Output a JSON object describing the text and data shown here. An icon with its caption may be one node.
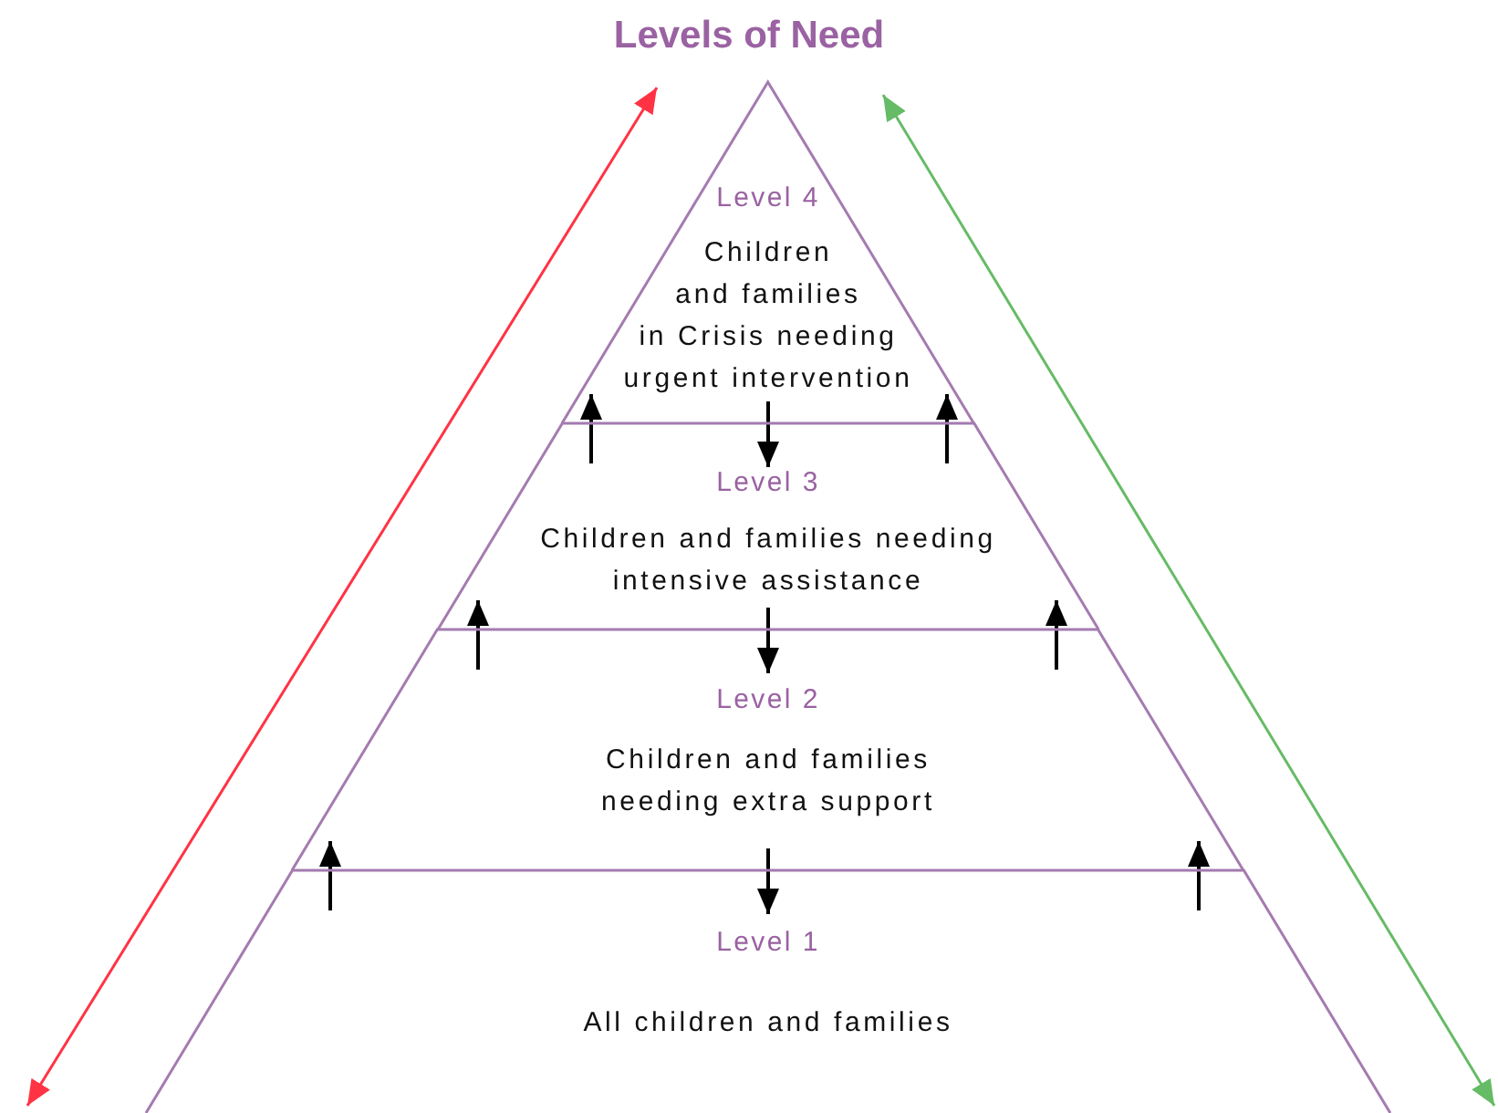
{
  "diagram": {
    "title": "Levels of Need",
    "nodes": [
      {
        "text": [
          "Level 4",
          "Children and families in Crisis needing urgent intervention"
        ]
      },
      {
        "text": [
          "Level 3",
          "Children and families needing intensive assistance"
        ]
      },
      {
        "text": [
          "Level 2",
          "Children and families needing extra support"
        ]
      },
      {
        "text": [
          "Level 1",
          "All children and families"
        ]
      }
    ],
    "edges": [
      {
        "from": 1,
        "to": 0,
        "arrow": "to"
      },
      {
        "from": 0,
        "to": 1,
        "arrow": "to"
      },
      {
        "from": 1,
        "to": 0,
        "arrow": "to"
      },
      {
        "from": 2,
        "to": 1,
        "arrow": "to"
      },
      {
        "from": 1,
        "to": 2,
        "arrow": "to"
      },
      {
        "from": 2,
        "to": 1,
        "arrow": "to"
      },
      {
        "from": 3,
        "to": 2,
        "arrow": "to"
      },
      {
        "from": 2,
        "to": 3,
        "arrow": "to"
      },
      {
        "from": 3,
        "to": 2,
        "arrow": "to"
      }
    ]
  }
}
